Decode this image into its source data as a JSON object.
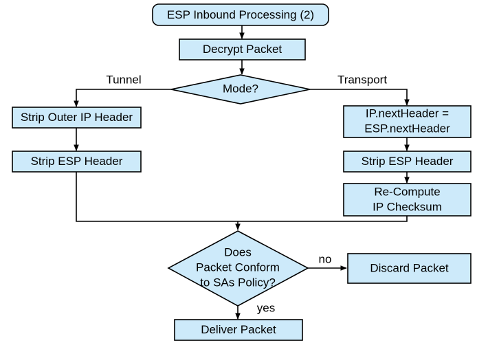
{
  "diagram": {
    "title": "ESP Inbound Processing (2)",
    "accent_fill": "#cdeafa",
    "stroke_color": "#000000",
    "background": "#ffffff",
    "nodes": {
      "start": {
        "label": "ESP Inbound Processing (2)",
        "shape": "rounded-rectangle"
      },
      "decrypt": {
        "label": "Decrypt Packet",
        "shape": "rectangle"
      },
      "mode": {
        "label": "Mode?",
        "shape": "diamond"
      },
      "strip_outer_ip": {
        "label": "Strip Outer IP Header",
        "shape": "rectangle"
      },
      "strip_esp_tunnel": {
        "label": "Strip ESP Header",
        "shape": "rectangle"
      },
      "next_header": {
        "line1": "IP.nextHeader =",
        "line2": "ESP.nextHeader",
        "shape": "rectangle"
      },
      "strip_esp_transport": {
        "label": "Strip ESP Header",
        "shape": "rectangle"
      },
      "recompute": {
        "line1": "Re-Compute",
        "line2": "IP Checksum",
        "shape": "rectangle"
      },
      "conform": {
        "line1": "Does",
        "line2": "Packet Conform",
        "line3": "to SAs Policy?",
        "shape": "diamond"
      },
      "discard": {
        "label": "Discard Packet",
        "shape": "rectangle"
      },
      "deliver": {
        "label": "Deliver Packet",
        "shape": "rectangle"
      }
    },
    "edge_labels": {
      "tunnel": "Tunnel",
      "transport": "Transport",
      "no": "no",
      "yes": "yes"
    }
  }
}
